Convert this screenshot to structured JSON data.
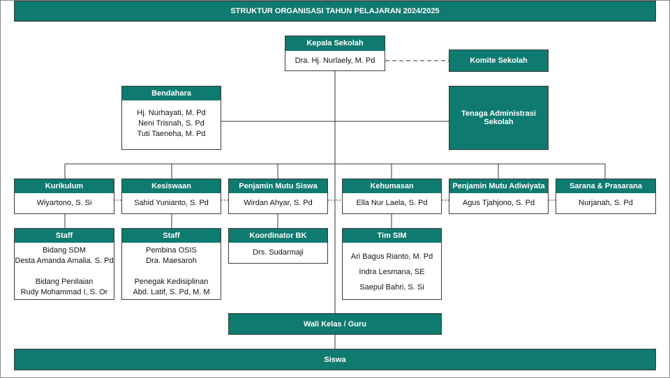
{
  "title": "STRUKTUR ORGANISASI TAHUN PELAJARAN 2024/2025",
  "kepala": {
    "title": "Kepala Sekolah",
    "name": "Dra. Hj. Nurlaely, M. Pd"
  },
  "komite": {
    "title": "Komite Sekolah"
  },
  "bendahara": {
    "title": "Bendahara",
    "names": [
      "Hj. Nurhayati, M. Pd",
      "Neni Trisnah, S. Pd",
      "Tuti Taeneha, M. Pd"
    ]
  },
  "tas": {
    "title": "Tenaga Administrasi Sekolah"
  },
  "units": [
    {
      "title": "Kurikulum",
      "name": "Wiyartono, S. Si"
    },
    {
      "title": "Kesiswaan",
      "name": "Sahid Yunianto, S. Pd"
    },
    {
      "title": "Penjamin Mutu Siswa",
      "name": "Wirdan Ahyar, S. Pd"
    },
    {
      "title": "Kehumasan",
      "name": "Ella Nur Laela, S. Pd"
    },
    {
      "title": "Penjamin Mutu Adiwiyata",
      "name": "Agus Tjahjono, S. Pd"
    },
    {
      "title": "Sarana & Prasarana",
      "name": "Nurjanah, S. Pd"
    }
  ],
  "staff_kurikulum": {
    "title": "Staff",
    "lines": [
      "Bidang SDM",
      "Desta Amanda Amalia. S. Pd",
      "",
      "Bidang Penilaian",
      "Rudy Mohammad I, S. Or"
    ]
  },
  "staff_kesiswaan": {
    "title": "Staff",
    "lines": [
      "Pembina OSIS",
      "Dra. Maesaroh",
      "",
      "Penegak Kedisiplinan",
      "Abd. Latif, S. Pd, M. M"
    ]
  },
  "koordinator_bk": {
    "title": "Koordinator BK",
    "name": "Drs. Sudarmaji"
  },
  "tim_sim": {
    "title": "Tim SIM",
    "names": [
      "Ari Bagus Rianto, M. Pd",
      "Indra Lesmana, SE",
      "Saepul Bahri, S. Si"
    ]
  },
  "wali_kelas": "Wali Kelas / Guru",
  "siswa": "Siswa",
  "colors": {
    "header_bg": "#0f7a6f",
    "header_text": "#ffffff",
    "line": "#333333"
  }
}
